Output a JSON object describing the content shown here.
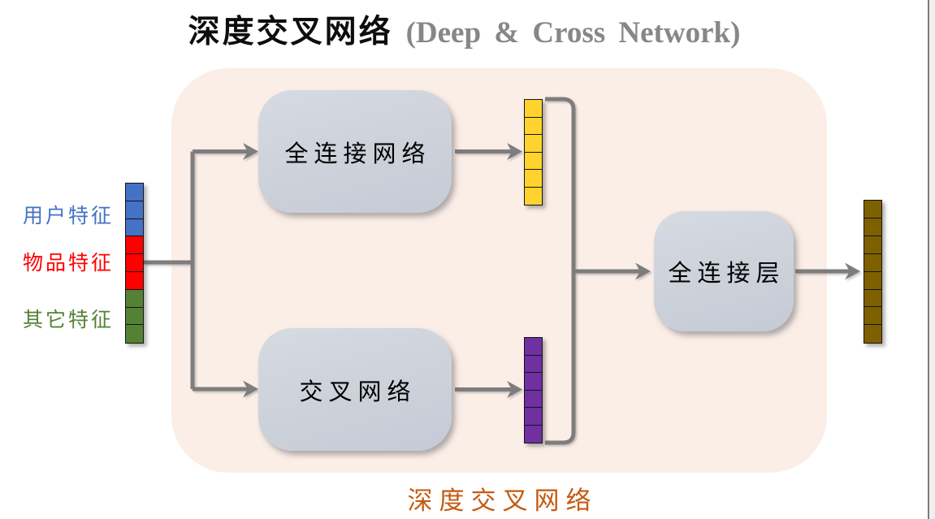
{
  "title": {
    "zh": "深度交叉网络",
    "en": "(Deep & Cross Network)"
  },
  "footer_caption": "深度交叉网络",
  "legend": {
    "items": [
      {
        "label": "用户特征",
        "color": "#4472C4"
      },
      {
        "label": "物品特征",
        "color": "#FF0000"
      },
      {
        "label": "其它特征",
        "color": "#548235"
      }
    ]
  },
  "boxes": {
    "deep": "全连接网络",
    "cross": "交叉网络",
    "fc": "全连接层"
  },
  "vectors": {
    "input": {
      "segments": [
        {
          "color": "#4472C4",
          "cells": 3
        },
        {
          "color": "#FF0000",
          "cells": 3
        },
        {
          "color": "#548235",
          "cells": 3
        }
      ]
    },
    "deep_output": {
      "color": "#FFD32E",
      "cells": 6
    },
    "cross_output": {
      "color": "#7030A0",
      "cells": 6
    },
    "final_output": {
      "color": "#7F6000",
      "cells": 8
    }
  },
  "colors": {
    "panel_bg": "#FBEEE6",
    "box_fill": "#CCD1DA",
    "arrow": "#7D7D7D",
    "title_en": "#878787",
    "caption": "#C45A11"
  },
  "icons": {
    "arrow_style": "stealth-right-arrow",
    "bracket_style": "right-square-bracket"
  }
}
